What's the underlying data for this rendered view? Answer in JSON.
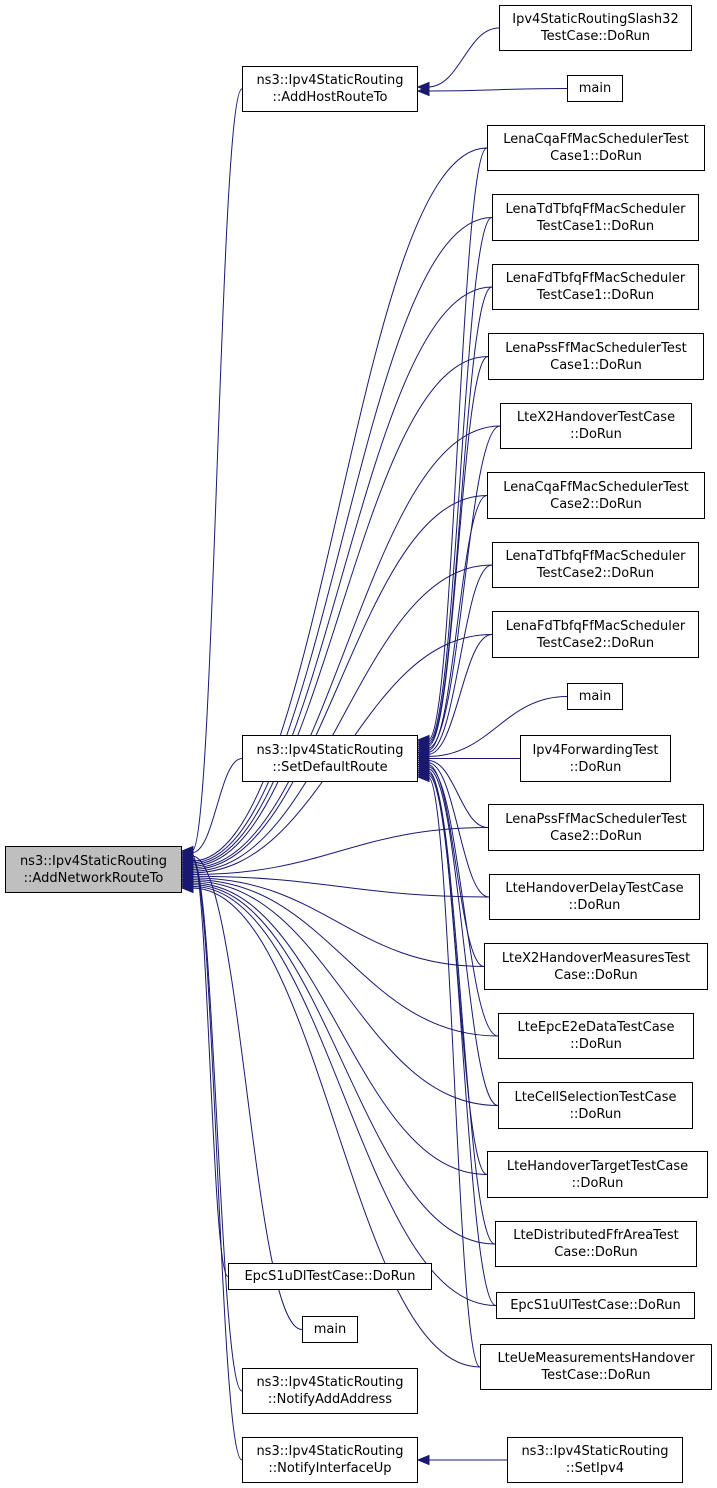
{
  "colors": {
    "edge": "#191970",
    "focus_fill": "#bfbfbf",
    "node_fill": "#ffffff",
    "border": "#000000"
  },
  "nodes": {
    "add_network_route_to": {
      "lines": [
        "ns3::Ipv4StaticRouting",
        "::AddNetworkRouteTo"
      ],
      "focus": true
    },
    "add_host_route_to": {
      "lines": [
        "ns3::Ipv4StaticRouting",
        "::AddHostRouteTo"
      ]
    },
    "set_default_route": {
      "lines": [
        "ns3::Ipv4StaticRouting",
        "::SetDefaultRoute"
      ]
    },
    "epc_s1u_dl": {
      "lines": [
        "EpcS1uDlTestCase::DoRun"
      ]
    },
    "main_bottom": {
      "lines": [
        "main"
      ]
    },
    "notify_add_address": {
      "lines": [
        "ns3::Ipv4StaticRouting",
        "::NotifyAddAddress"
      ]
    },
    "notify_interface_up": {
      "lines": [
        "ns3::Ipv4StaticRouting",
        "::NotifyInterfaceUp"
      ]
    },
    "ipv4_slash32": {
      "lines": [
        "Ipv4StaticRoutingSlash32",
        "TestCase::DoRun"
      ]
    },
    "main_top": {
      "lines": [
        "main"
      ]
    },
    "cqa_case1": {
      "lines": [
        "LenaCqaFfMacSchedulerTest",
        "Case1::DoRun"
      ]
    },
    "td_case1": {
      "lines": [
        "LenaTdTbfqFfMacScheduler",
        "TestCase1::DoRun"
      ]
    },
    "fd_case1": {
      "lines": [
        "LenaFdTbfqFfMacScheduler",
        "TestCase1::DoRun"
      ]
    },
    "pss_case1": {
      "lines": [
        "LenaPssFfMacSchedulerTest",
        "Case1::DoRun"
      ]
    },
    "x2_handover": {
      "lines": [
        "LteX2HandoverTestCase",
        "::DoRun"
      ]
    },
    "cqa_case2": {
      "lines": [
        "LenaCqaFfMacSchedulerTest",
        "Case2::DoRun"
      ]
    },
    "td_case2": {
      "lines": [
        "LenaTdTbfqFfMacScheduler",
        "TestCase2::DoRun"
      ]
    },
    "fd_case2": {
      "lines": [
        "LenaFdTbfqFfMacScheduler",
        "TestCase2::DoRun"
      ]
    },
    "main_mid": {
      "lines": [
        "main"
      ]
    },
    "ipv4_forwarding": {
      "lines": [
        "Ipv4ForwardingTest",
        "::DoRun"
      ]
    },
    "pss_case2": {
      "lines": [
        "LenaPssFfMacSchedulerTest",
        "Case2::DoRun"
      ]
    },
    "handover_delay": {
      "lines": [
        "LteHandoverDelayTestCase",
        "::DoRun"
      ]
    },
    "x2_measures": {
      "lines": [
        "LteX2HandoverMeasuresTest",
        "Case::DoRun"
      ]
    },
    "epc_e2e": {
      "lines": [
        "LteEpcE2eDataTestCase",
        "::DoRun"
      ]
    },
    "cell_selection": {
      "lines": [
        "LteCellSelectionTestCase",
        "::DoRun"
      ]
    },
    "handover_target": {
      "lines": [
        "LteHandoverTargetTestCase",
        "::DoRun"
      ]
    },
    "distributed_ffr": {
      "lines": [
        "LteDistributedFfrAreaTest",
        "Case::DoRun"
      ]
    },
    "epc_s1u_ul": {
      "lines": [
        "EpcS1uUlTestCase::DoRun"
      ]
    },
    "ue_measurements": {
      "lines": [
        "LteUeMeasurementsHandover",
        "TestCase::DoRun"
      ]
    },
    "set_ipv4": {
      "lines": [
        "ns3::Ipv4StaticRouting",
        "::SetIpv4"
      ]
    }
  },
  "edges": [
    [
      "ipv4_slash32",
      "add_host_route_to"
    ],
    [
      "main_top",
      "add_host_route_to"
    ],
    [
      "add_host_route_to",
      "add_network_route_to"
    ],
    [
      "set_default_route",
      "add_network_route_to"
    ],
    [
      "epc_s1u_dl",
      "add_network_route_to"
    ],
    [
      "main_bottom",
      "add_network_route_to"
    ],
    [
      "notify_add_address",
      "add_network_route_to"
    ],
    [
      "notify_interface_up",
      "add_network_route_to"
    ],
    [
      "set_ipv4",
      "notify_interface_up"
    ],
    [
      "cqa_case1",
      "add_network_route_to"
    ],
    [
      "td_case1",
      "add_network_route_to"
    ],
    [
      "fd_case1",
      "add_network_route_to"
    ],
    [
      "pss_case1",
      "add_network_route_to"
    ],
    [
      "x2_handover",
      "add_network_route_to"
    ],
    [
      "cqa_case2",
      "add_network_route_to"
    ],
    [
      "td_case2",
      "add_network_route_to"
    ],
    [
      "fd_case2",
      "add_network_route_to"
    ],
    [
      "pss_case2",
      "add_network_route_to"
    ],
    [
      "handover_delay",
      "add_network_route_to"
    ],
    [
      "x2_measures",
      "add_network_route_to"
    ],
    [
      "epc_e2e",
      "add_network_route_to"
    ],
    [
      "cell_selection",
      "add_network_route_to"
    ],
    [
      "handover_target",
      "add_network_route_to"
    ],
    [
      "distributed_ffr",
      "add_network_route_to"
    ],
    [
      "epc_s1u_ul",
      "add_network_route_to"
    ],
    [
      "ue_measurements",
      "add_network_route_to"
    ],
    [
      "cqa_case1",
      "set_default_route"
    ],
    [
      "td_case1",
      "set_default_route"
    ],
    [
      "fd_case1",
      "set_default_route"
    ],
    [
      "pss_case1",
      "set_default_route"
    ],
    [
      "x2_handover",
      "set_default_route"
    ],
    [
      "cqa_case2",
      "set_default_route"
    ],
    [
      "td_case2",
      "set_default_route"
    ],
    [
      "fd_case2",
      "set_default_route"
    ],
    [
      "main_mid",
      "set_default_route"
    ],
    [
      "ipv4_forwarding",
      "set_default_route"
    ],
    [
      "pss_case2",
      "set_default_route"
    ],
    [
      "handover_delay",
      "set_default_route"
    ],
    [
      "x2_measures",
      "set_default_route"
    ],
    [
      "epc_e2e",
      "set_default_route"
    ],
    [
      "cell_selection",
      "set_default_route"
    ],
    [
      "handover_target",
      "set_default_route"
    ],
    [
      "distributed_ffr",
      "set_default_route"
    ],
    [
      "epc_s1u_ul",
      "set_default_route"
    ],
    [
      "ue_measurements",
      "set_default_route"
    ]
  ]
}
